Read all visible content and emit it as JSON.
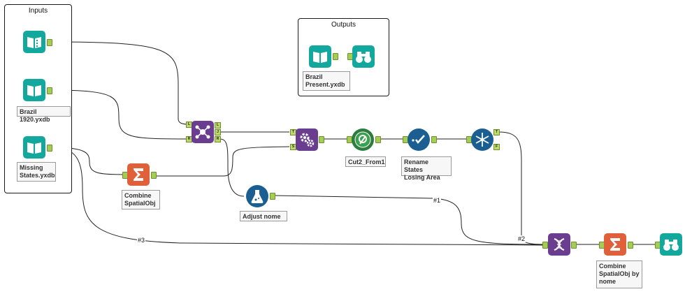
{
  "containers": {
    "inputs": {
      "title": "Inputs"
    },
    "outputs": {
      "title": "Outputs"
    }
  },
  "annotations": {
    "brazil_1920": "Brazil 1920.yxdb",
    "missing_states": "Missing\nStates.yxdb",
    "brazil_present": "Brazil\nPresent.yxdb",
    "combine_spatialobj": "Combine\nSpatialObj",
    "adjust_nome": "Adjust nome",
    "cut2_from1": "Cut2_From1",
    "rename_states": "Rename States\nLosing Area",
    "combine_spatialobj_by_nome": "Combine\nSpatialObj by\nnome"
  },
  "wire_labels": {
    "w1": "#1",
    "w2": "#2",
    "w3": "#3"
  },
  "anchor_labels": {
    "join_left": "L",
    "join_right": "R",
    "join_out_l": "L",
    "join_out_j": "J",
    "join_out_r": "R",
    "overlay_top": "T",
    "overlay_source": "S",
    "detour_true": "T",
    "detour_false": "F"
  },
  "colors": {
    "input_tool": "#13a89e",
    "summarize_tool": "#e0603a",
    "join_tool": "#6b3d91",
    "spatial_tool": "#2e7d3e",
    "developer_tool": "#1b5e91",
    "anchor": "#a5cc54",
    "wire": "#222222"
  },
  "icons": {
    "input": "open-book-icon",
    "browse": "binoculars-icon",
    "summarize": "sigma-icon",
    "join": "network-nodes-icon",
    "overlay": "gears-icon",
    "cut": "geo-cut-icon",
    "select": "checkmark-icon",
    "detour": "snowflake-icon",
    "formula": "flask-icon",
    "union": "dna-icon"
  }
}
